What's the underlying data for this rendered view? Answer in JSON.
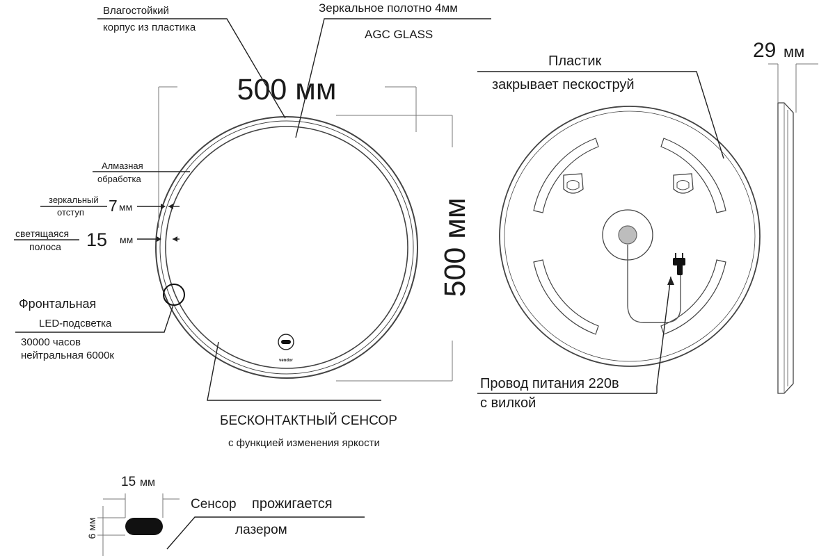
{
  "front": {
    "housing": [
      "Влагостойкий",
      "корпус из пластика"
    ],
    "glass": [
      "Зеркальное  полотно 4мм",
      "AGC GLASS"
    ],
    "width_label": "500 мм",
    "height_label": "500 мм",
    "diamond": [
      "Алмазная",
      "обработка"
    ],
    "mirror_gap": {
      "label": [
        "зеркальный",
        "отступ"
      ],
      "value": "7",
      "unit": "мм"
    },
    "light_strip": {
      "label": [
        "светящаяся",
        "полоса"
      ],
      "value": "15",
      "unit": "мм"
    },
    "led": [
      "Фронтальная",
      "LED-подсветка",
      "30000 часов",
      "нейтральная 6000к"
    ],
    "sensor": [
      "БЕСКОНТАКТНЫЙ СЕНСОР",
      "с функцией изменения яркости"
    ],
    "brand_mark": "vendor"
  },
  "back": {
    "plastic": [
      "Пластик",
      "закрывает пескоструй"
    ],
    "cable": [
      "Провод питания 220в",
      "с вилкой"
    ]
  },
  "side": {
    "depth_value": "29",
    "depth_unit": "мм"
  },
  "detail": {
    "width_value": "15",
    "width_unit": "мм",
    "height_label": "6 мм",
    "sensor_word": "Сенсор",
    "burn_word": "прожигается",
    "laser_word": "лазером"
  }
}
